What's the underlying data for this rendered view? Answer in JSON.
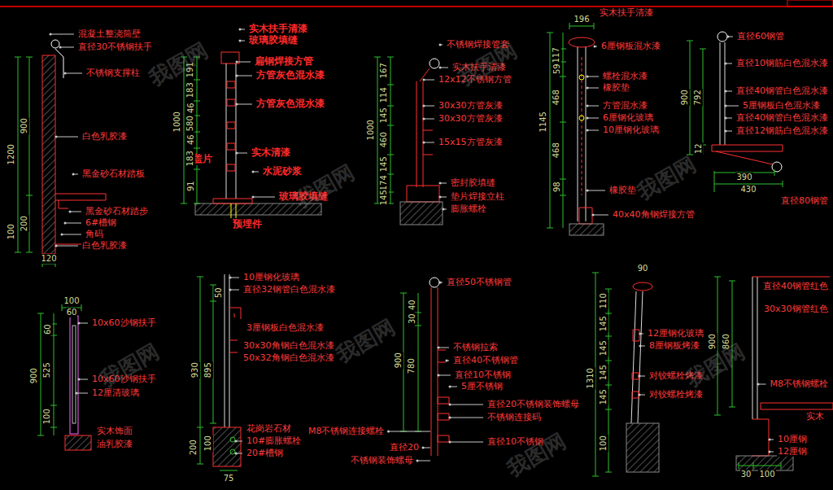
{
  "diagram": {
    "labels": [
      "混凝土整浇筒壁",
      "直径30不锈钢扶手",
      "不锈钢支撑柱",
      "白色乳胶漆",
      "黑金砂石材踏板",
      "黑金砂石材踏步",
      "6#槽钢",
      "角码",
      "白色乳胶漆",
      "1200",
      "900",
      "200",
      "100",
      "120",
      "实木扶手清漆",
      "玻璃胶填缝",
      "扁钢焊接方管",
      "方管灰色混水漆",
      "方管灰色混水漆",
      "实木清漆",
      "盖片",
      "水泥砂浆",
      "玻璃胶填缝",
      "预埋件",
      "1000",
      "191",
      "183",
      "46",
      "580",
      "46",
      "183",
      "91",
      "不锈钢焊接管套",
      "实木扶手清漆",
      "12x12不锈钢方管",
      "30x30方管灰漆",
      "30x30方管灰漆",
      "15x15方管灰漆",
      "密封胶填缝",
      "垫片焊接立柱",
      "膨胀螺栓",
      "1000",
      "167",
      "114",
      "145",
      "460",
      "145",
      "174",
      "145",
      "实木扶手清漆",
      "196",
      "6厘钢板混水漆",
      "螺栓混水漆",
      "橡胶垫",
      "方管混水漆",
      "6厘钢化玻璃",
      "10厘钢化玻璃",
      "橡胶垫",
      "40x40角钢焊接方管",
      "1145",
      "117",
      "59",
      "468",
      "468",
      "98",
      "直径60钢管",
      "直径10钢筋白色混水漆",
      "直径40钢管白色混水漆",
      "5厘钢板白色混水漆",
      "直径40钢管白色混水漆",
      "直径12钢筋白色混水漆",
      "直径80钢管",
      "900",
      "792",
      "12",
      "390",
      "430",
      "100",
      "60",
      "10x60沙钢扶手",
      "10x60沙钢扶手",
      "12厘清玻璃",
      "实木饰面",
      "油乳胶漆",
      "900",
      "60",
      "525",
      "100",
      "10厘钢化玻璃",
      "直径32钢管白色混水漆",
      "3厘钢板白色混水漆",
      "30x30角钢白色混水漆",
      "50x32角钢白色混水漆",
      "花岗岩石材",
      "10#膨胀螺栓",
      "20#槽钢",
      "930",
      "895",
      "50",
      "200",
      "100",
      "75",
      "直径50不锈钢管",
      "不锈钢拉索",
      "直径40不锈钢管",
      "直径10不锈钢",
      "5厘不锈钢",
      "直径20不锈钢装饰螺母",
      "不锈钢连接码",
      "M8不锈钢连接螺栓",
      "直径10不锈钢",
      "直径20",
      "不锈钢装饰螺母",
      "900",
      "780",
      "40",
      "30",
      "90",
      "12厘钢化玻璃",
      "8厘钢板烤漆",
      "对铰螺栓烤漆",
      "对铰螺栓烤漆",
      "1310",
      "110",
      "145",
      "145",
      "145",
      "145",
      "100",
      "直径40钢管红色",
      "30x30钢管红色",
      "M8不锈钢螺栓",
      "实木",
      "10厘钢",
      "12厘钢",
      "900",
      "860",
      "30",
      "100",
      "我图网",
      "我图网",
      "我图网",
      "我图网",
      "我图网",
      "我图网",
      "我图网",
      "我图网"
    ]
  }
}
